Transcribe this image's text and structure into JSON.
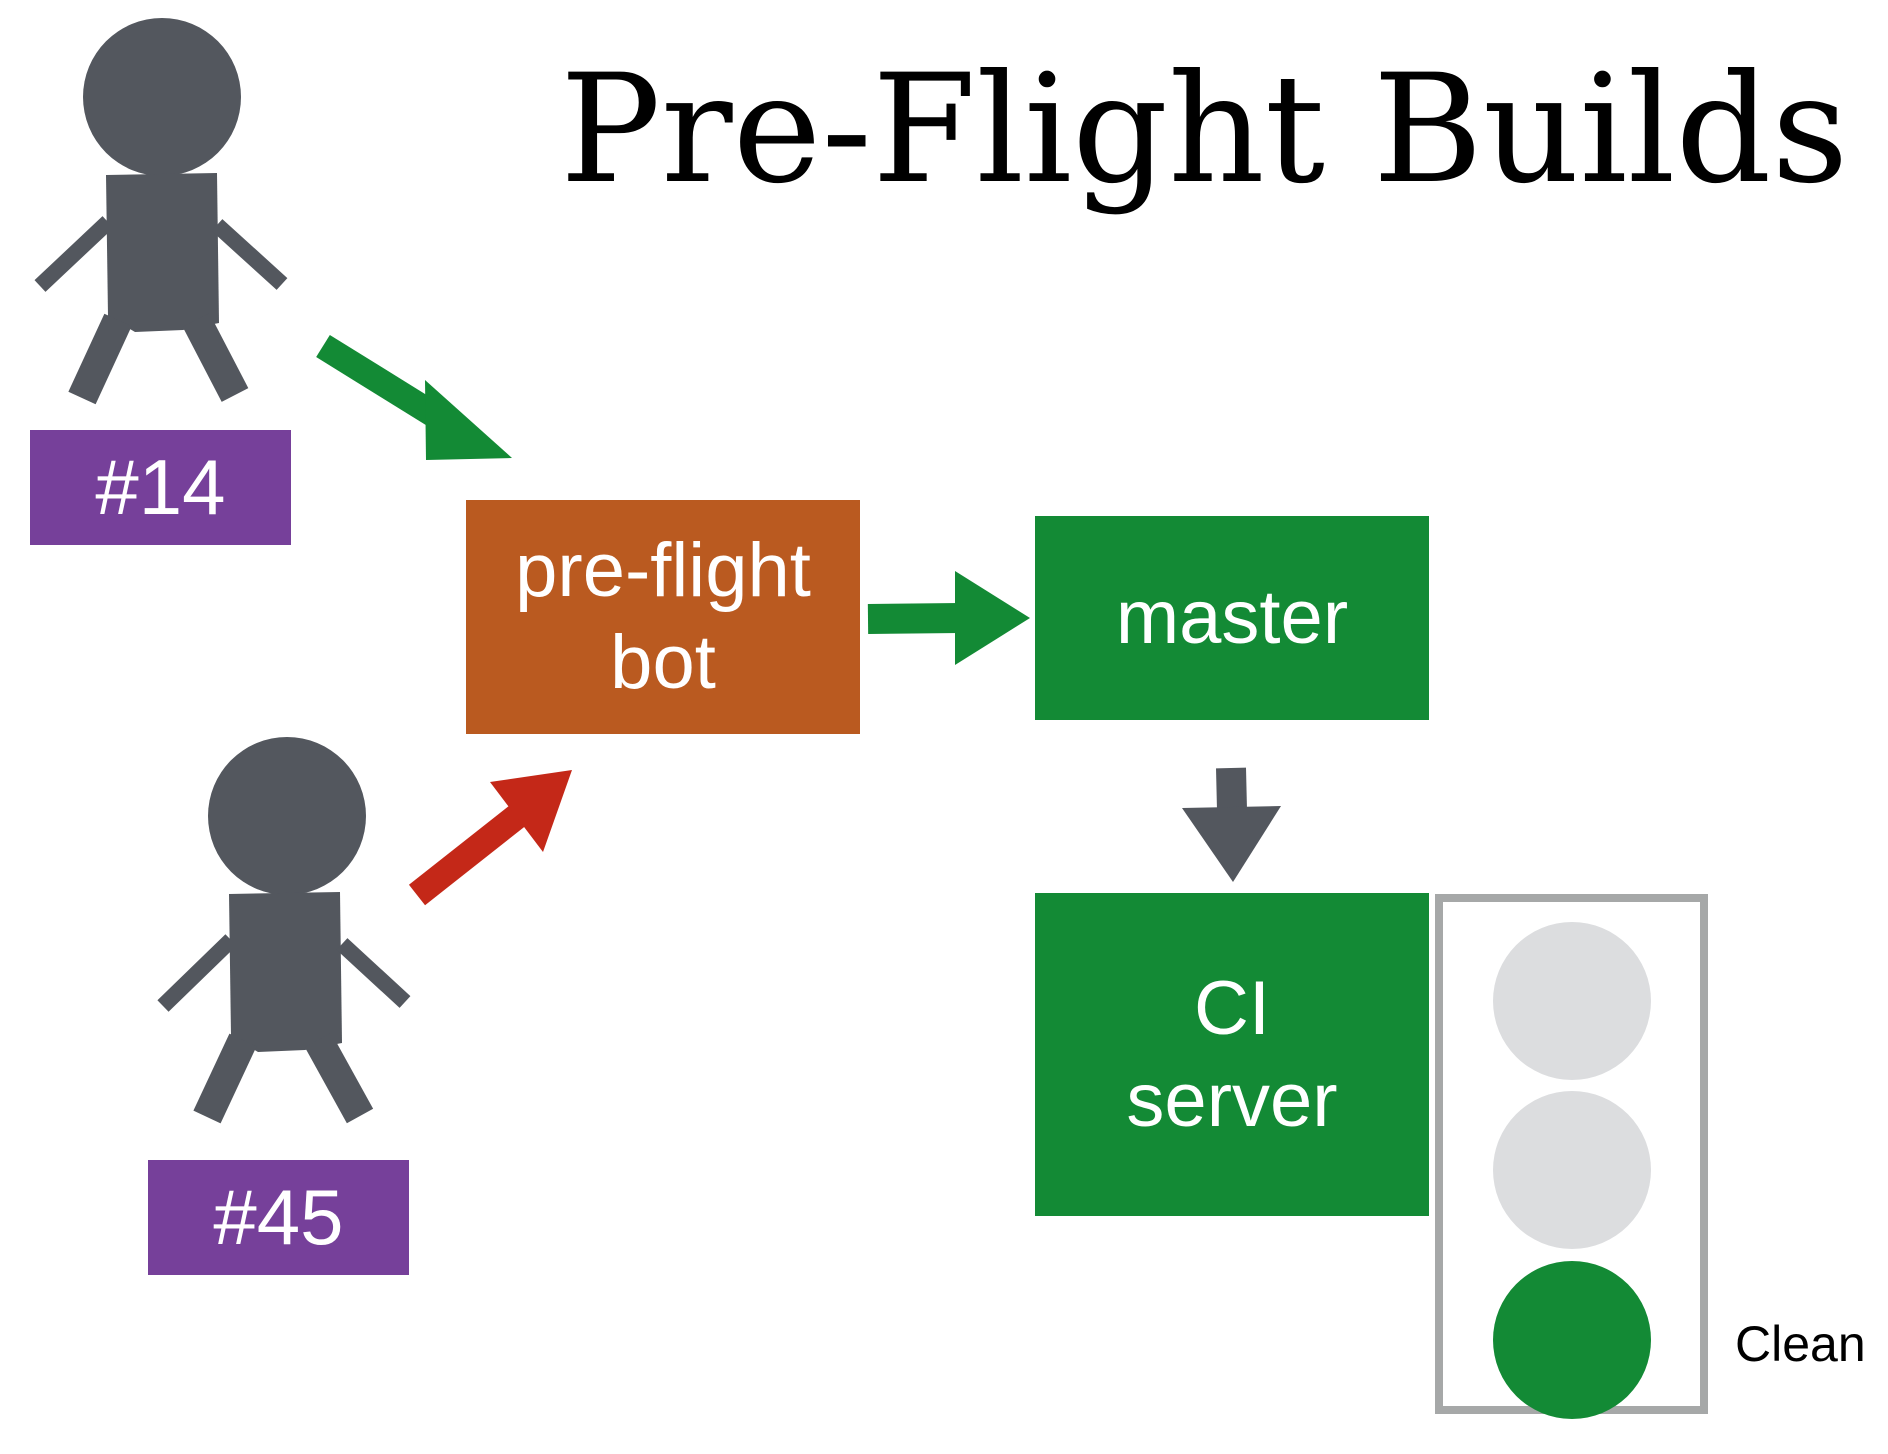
{
  "title": "Pre-Flight Builds",
  "developers": [
    {
      "label": "#14",
      "arrow_status": "success",
      "arrow_color": "#138A35"
    },
    {
      "label": "#45",
      "arrow_status": "rejected",
      "arrow_color": "#C42818"
    }
  ],
  "preflight_bot": {
    "line1": "pre-flight",
    "line2": "bot",
    "color": "#BA5A20"
  },
  "master": {
    "label": "master",
    "color": "#138A35"
  },
  "ci_server": {
    "line1": "CI",
    "line2": "server",
    "color": "#138A35"
  },
  "traffic_light": {
    "lights": [
      "off",
      "off",
      "green"
    ],
    "off_color": "#DCDDDF",
    "active_color": "#138A35",
    "frame_color": "#A6A8A8",
    "status_label": "Clean"
  },
  "colors": {
    "person": "#53575E",
    "badge": "#76409A",
    "flow_arrow": "#138A35",
    "deploy_arrow": "#53575E"
  }
}
